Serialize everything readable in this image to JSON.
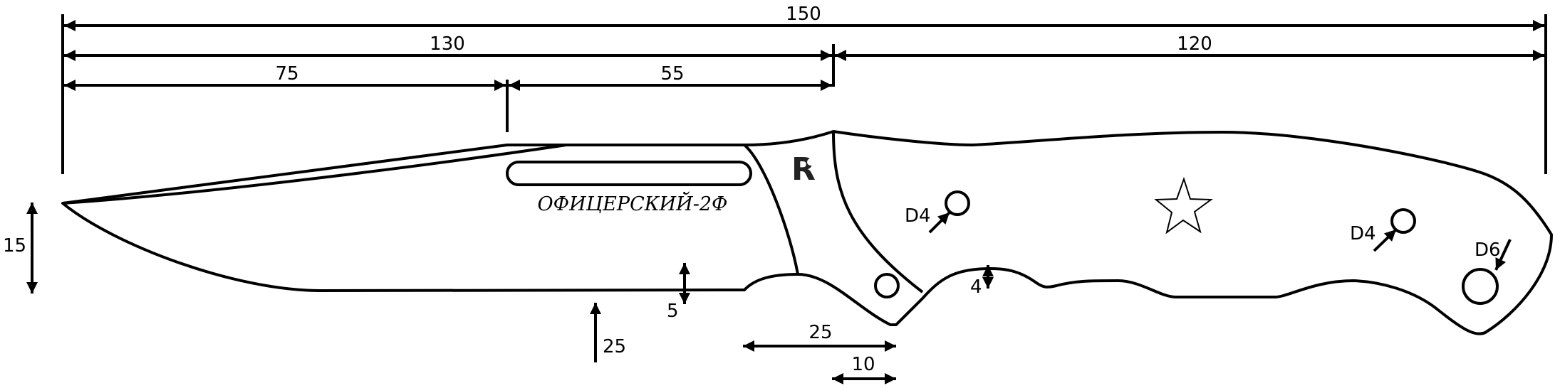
{
  "drawing": {
    "model_name": "ОФИЦЕРСКИЙ-2Ф",
    "logo_letter": "R",
    "dimensions": {
      "overall_length": "150",
      "blade_length": "130",
      "handle_length": "120",
      "blade_front": "75",
      "blade_rear": "55",
      "blade_height": "15",
      "edge_offset": "25",
      "guard_step": "5",
      "finger_depth": "4",
      "guard_width": "25",
      "guard_rear": "10"
    },
    "holes": {
      "front_hole": "D4",
      "rear_hole": "D4",
      "lanyard_hole": "D6"
    }
  }
}
